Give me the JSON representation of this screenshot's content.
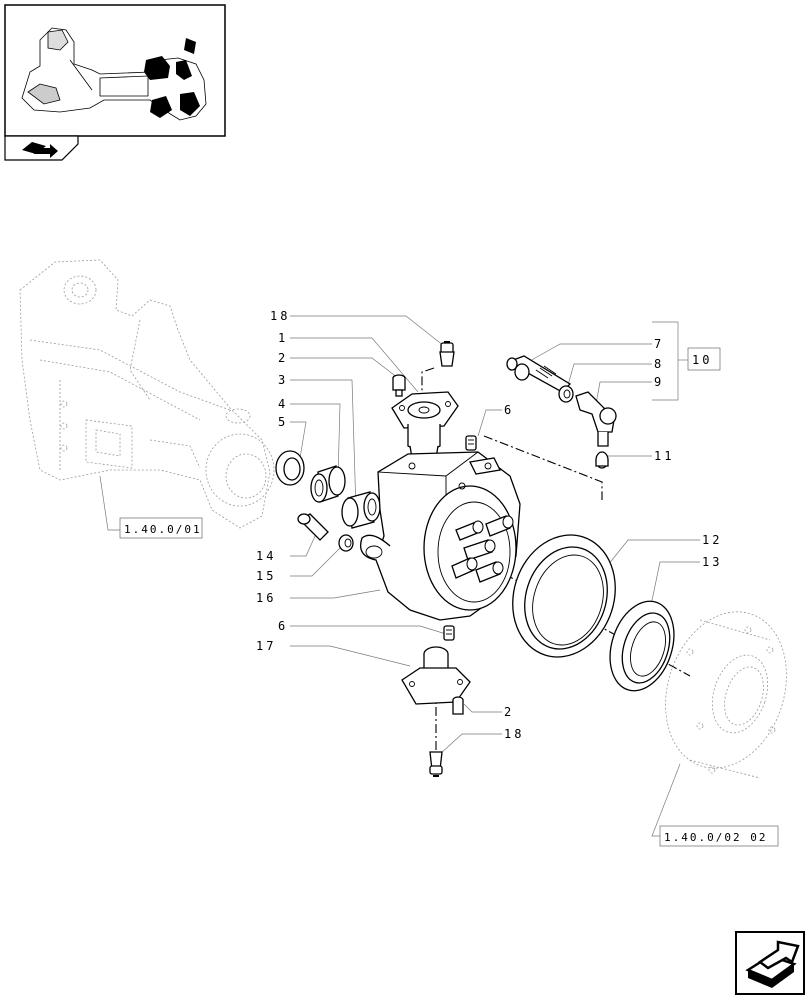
{
  "callouts": {
    "c18top": "18",
    "c1": "1",
    "c2top": "2",
    "c3": "3",
    "c4": "4",
    "c5": "5",
    "c6top": "6",
    "c7": "7",
    "c8": "8",
    "c9": "9",
    "c10": "10",
    "c11": "11",
    "c12": "12",
    "c13": "13",
    "c14": "14",
    "c15": "15",
    "c16": "16",
    "c6bot": "6",
    "c17": "17",
    "c2bot": "2",
    "c18bot": "18"
  },
  "refs": {
    "left": "1.40.0/01",
    "right": "1.40.0/02 02"
  },
  "icons": [
    "assembly-thumbnail",
    "nav-arrow-icon",
    "next-page-icon"
  ]
}
